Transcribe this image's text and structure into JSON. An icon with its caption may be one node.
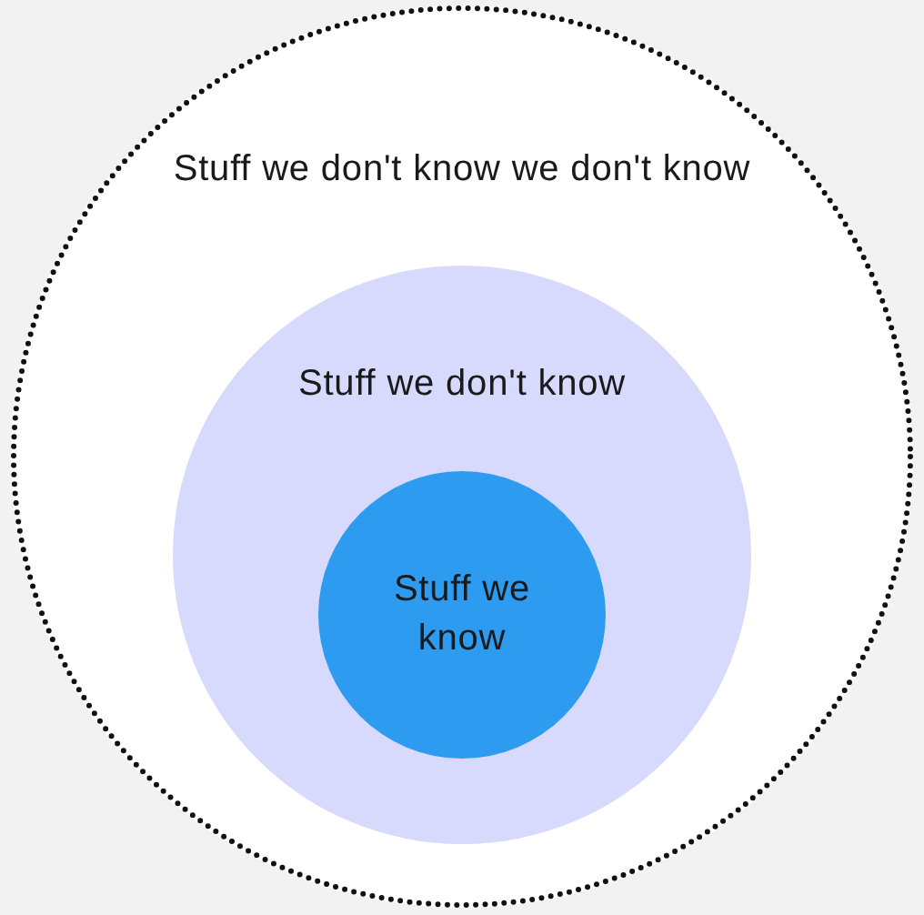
{
  "diagram": {
    "nodes": [
      {
        "text": [
          "Stuff we don't know we don't know"
        ]
      },
      {
        "text": [
          "Stuff we don't know"
        ],
        "in": 0
      },
      {
        "text": [
          "Stuff we know"
        ],
        "in": 1
      }
    ]
  }
}
